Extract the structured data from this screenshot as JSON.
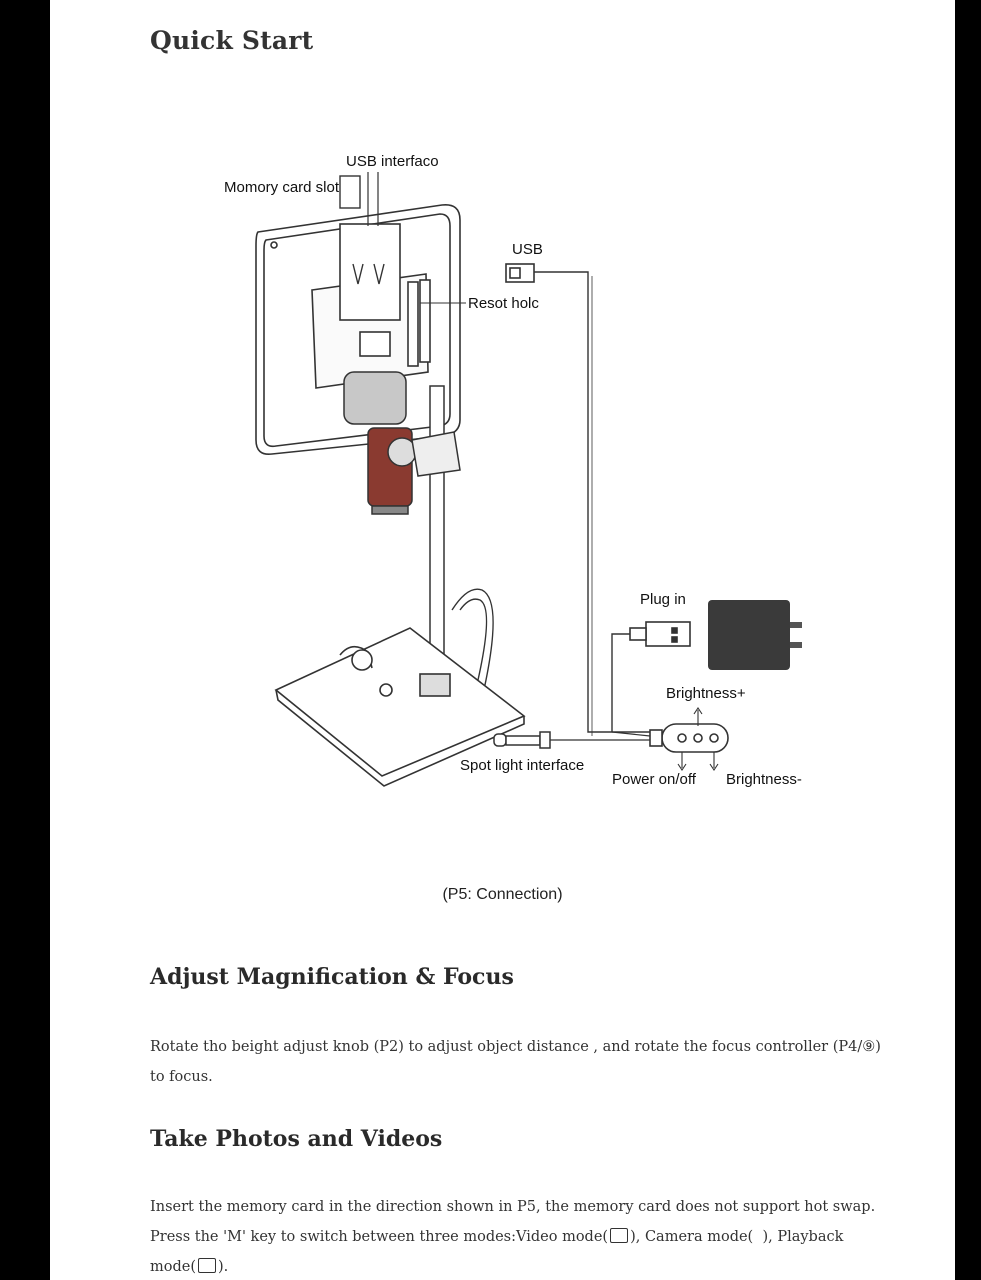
{
  "heading_quick_start": "Quick Start",
  "diagram": {
    "labels": {
      "usb_interface": "USB interfaco",
      "memory_card_slot": "Momory card slot",
      "usb": "USB",
      "reset_hole": "Resot holc",
      "plug_in": "Plug in",
      "brightness_plus": "Brightness+",
      "spot_light_interface": "Spot light interface",
      "power_on_off": "Power on/off",
      "brightness_minus": "Brightness-"
    },
    "caption": "(P5: Connection)"
  },
  "section_adjust": {
    "heading": "Adjust Magnification & Focus",
    "text": "Rotate tho beight adjust knob (P2) to adjust object distance , and rotate the focus controller (P4/⑨) to focus."
  },
  "section_photos": {
    "heading": "Take Photos and Videos",
    "text_part1": "Insert the memory card in the direction shown in P5, the memory card does not support hot swap. Press the 'M' key to switch between three modes:Video mode(",
    "text_part2": "), Camera mode(",
    "text_part3": "), Playback mode(",
    "text_part4": ")."
  }
}
